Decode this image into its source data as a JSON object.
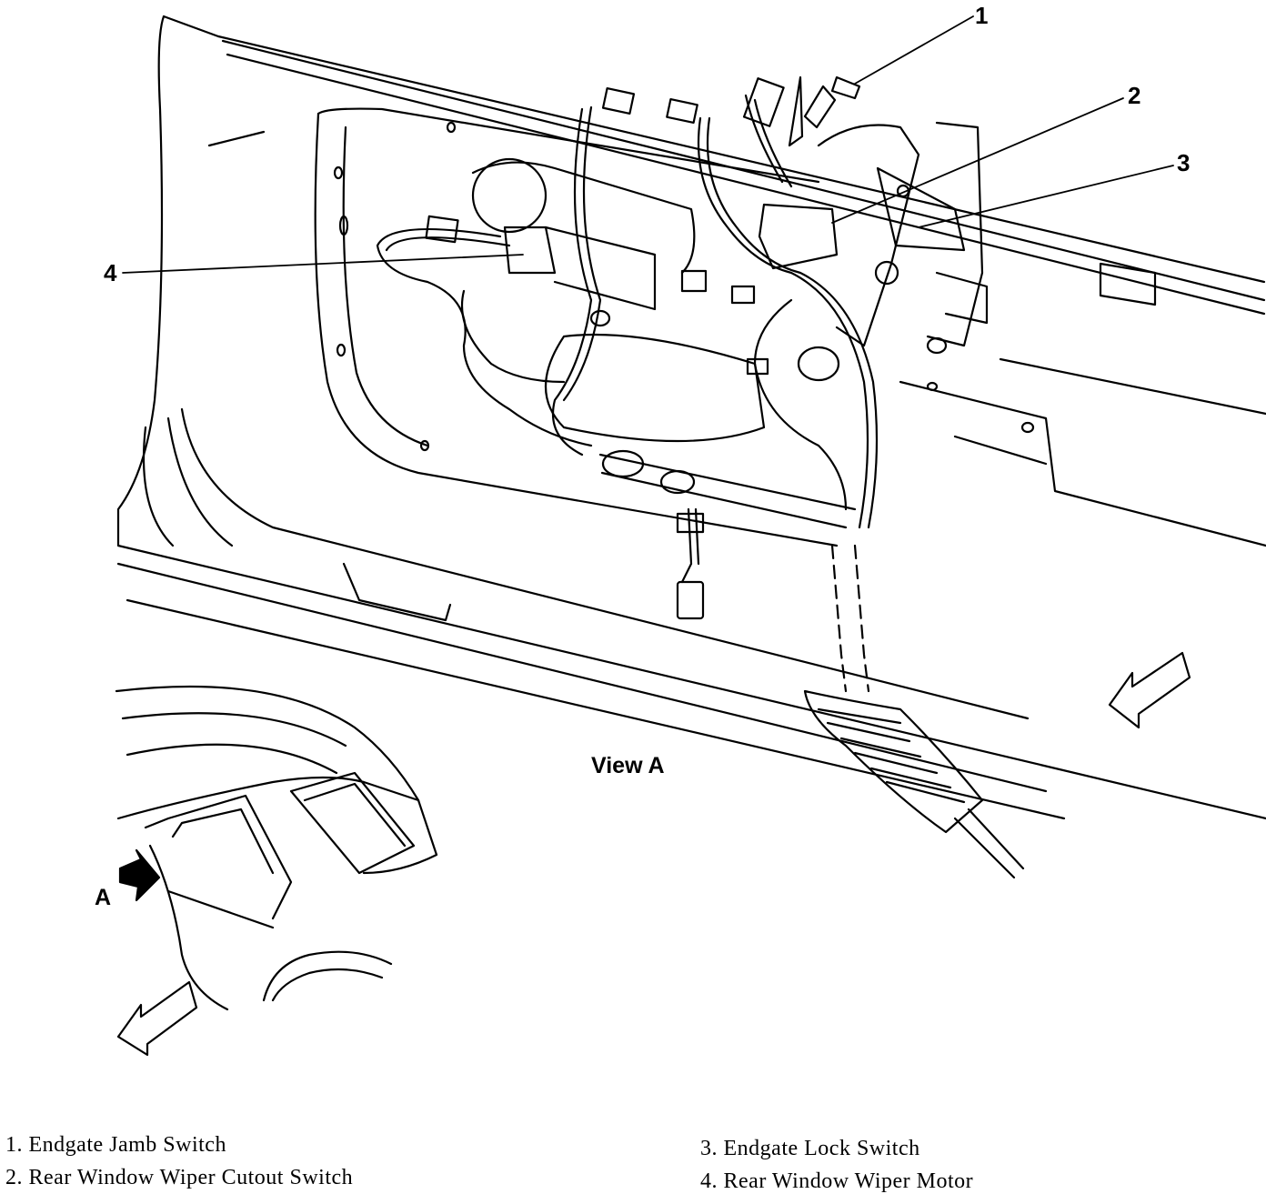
{
  "callouts": [
    "1",
    "2",
    "3",
    "4"
  ],
  "view_label": "View A",
  "view_marker": "A",
  "legend": [
    "1. Endgate Jamb Switch",
    "2. Rear Window Wiper Cutout Switch",
    "3. Endgate Lock Switch",
    "4. Rear Window Wiper Motor"
  ]
}
